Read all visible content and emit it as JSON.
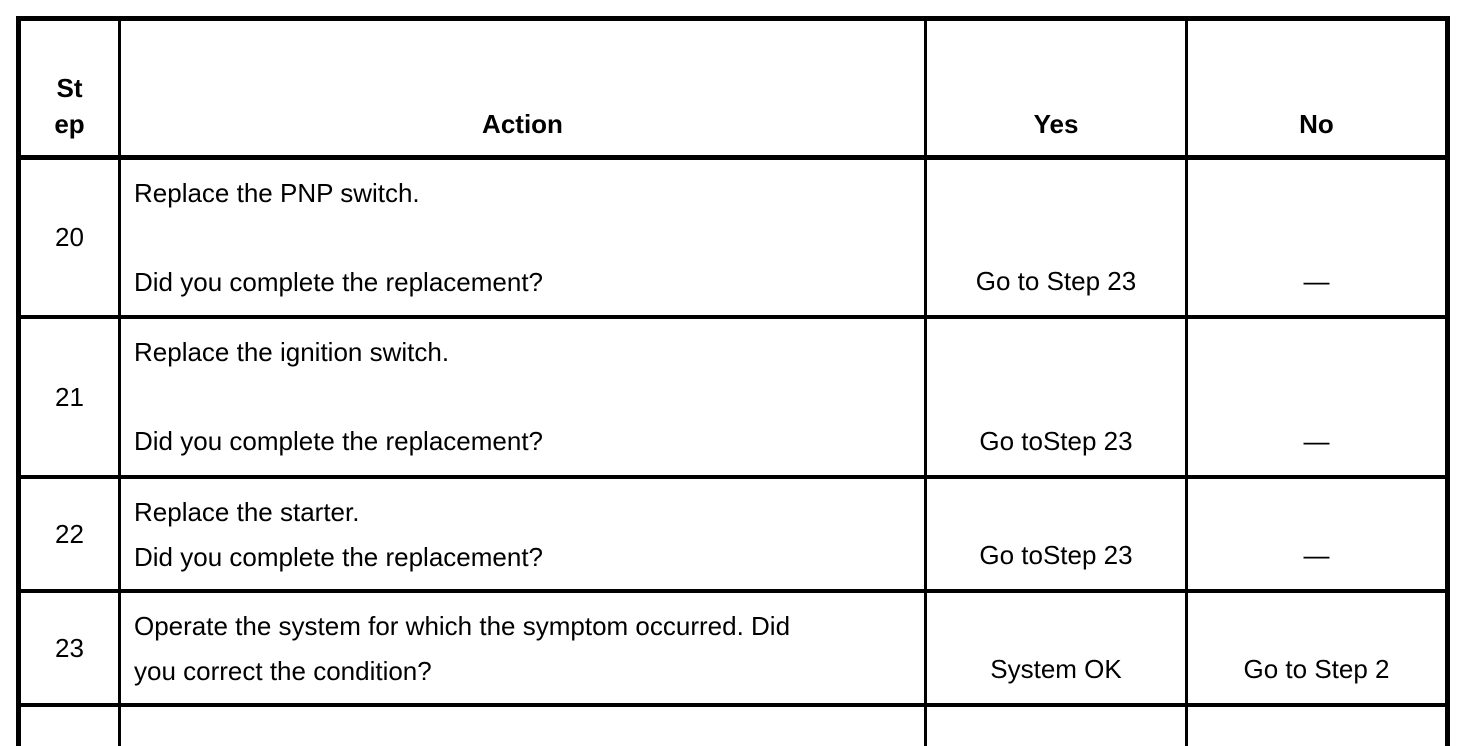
{
  "colors": {
    "border": "#000000",
    "background": "#ffffff",
    "text": "#000000"
  },
  "table": {
    "headers": {
      "step_line1": "St",
      "step_line2": "ep",
      "action": "Action",
      "yes": "Yes",
      "no": "No"
    },
    "rows": [
      {
        "step": "20",
        "action_line1": "Replace the PNP switch.",
        "action_line2": "Did you complete the replacement?",
        "yes": "Go to Step 23",
        "no": "—"
      },
      {
        "step": "21",
        "action_line1": "Replace the ignition switch.",
        "action_line2": "Did you complete the replacement?",
        "yes": "Go toStep 23",
        "no": "—"
      },
      {
        "step": "22",
        "action_line1": "Replace the starter.",
        "action_line2": "Did you complete the replacement?",
        "yes": "Go toStep 23",
        "no": "—"
      },
      {
        "step": "23",
        "action_line1": "Operate the system for which the symptom occurred. Did",
        "action_line2": "you correct the condition?",
        "yes": "System OK",
        "no": "Go to Step 2"
      }
    ]
  }
}
